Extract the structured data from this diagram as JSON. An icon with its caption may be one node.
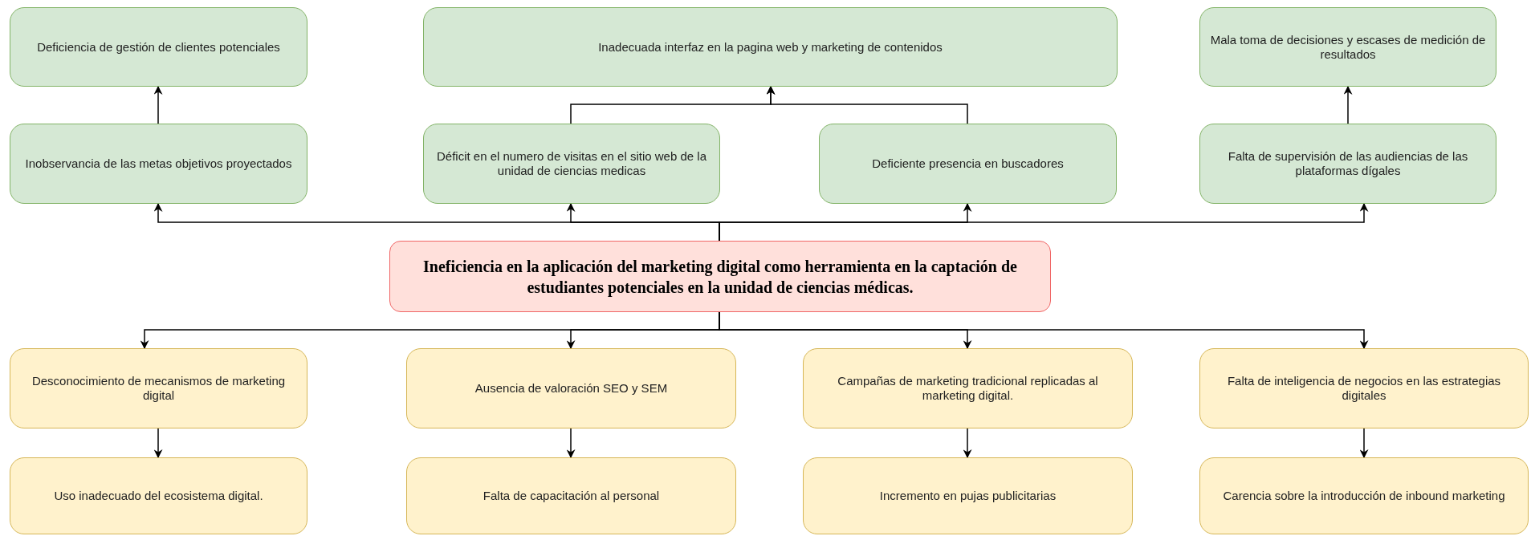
{
  "diagram": {
    "nodes": [
      {
        "text": [
          "Deficiencia de gestión de clientes potenciales"
        ]
      },
      {
        "text": [
          "Inadecuada interfaz en la pagina web y marketing de contenidos"
        ]
      },
      {
        "text": [
          "Mala toma de decisiones y escases de medición de resultados"
        ]
      },
      {
        "text": [
          "Inobservancia de las metas objetivos proyectados"
        ]
      },
      {
        "text": [
          "Déficit en el numero de visitas en el sitio web de la unidad de ciencias medicas"
        ]
      },
      {
        "text": [
          "Deficiente presencia en buscadores"
        ]
      },
      {
        "text": [
          "Falta de supervisión de las audiencias de las plataformas dígales"
        ]
      },
      {
        "text": [
          "Ineficiencia en la aplicación del marketing digital como herramienta en la captación de estudiantes potenciales en la unidad de ciencias médicas."
        ]
      },
      {
        "text": [
          "Desconocimiento de mecanismos de marketing digital"
        ]
      },
      {
        "text": [
          "Ausencia de valoración SEO y SEM"
        ]
      },
      {
        "text": [
          "Campañas de marketing tradicional replicadas al marketing digital."
        ]
      },
      {
        "text": [
          "Falta de inteligencia de negocios en las estrategias digitales"
        ]
      },
      {
        "text": [
          "Uso inadecuado del ecosistema digital."
        ]
      },
      {
        "text": [
          "Falta de capacitación al personal"
        ]
      },
      {
        "text": [
          "Incremento en pujas publicitarias"
        ]
      },
      {
        "text": [
          "Carencia sobre la introducción de inbound marketing"
        ]
      }
    ],
    "edges": [
      {
        "from": 7,
        "to": 3,
        "arrow": "to"
      },
      {
        "from": 7,
        "to": 4,
        "arrow": "to"
      },
      {
        "from": 7,
        "to": 5,
        "arrow": "to"
      },
      {
        "from": 7,
        "to": 6,
        "arrow": "to"
      },
      {
        "from": 3,
        "to": 0,
        "arrow": "to"
      },
      {
        "from": 4,
        "to": 1,
        "arrow": "to"
      },
      {
        "from": 5,
        "to": 1,
        "arrow": "to"
      },
      {
        "from": 6,
        "to": 2,
        "arrow": "to"
      },
      {
        "from": 7,
        "to": 8,
        "arrow": "to"
      },
      {
        "from": 7,
        "to": 9,
        "arrow": "to"
      },
      {
        "from": 7,
        "to": 10,
        "arrow": "to"
      },
      {
        "from": 7,
        "to": 11,
        "arrow": "to"
      },
      {
        "from": 8,
        "to": 12,
        "arrow": "to"
      },
      {
        "from": 9,
        "to": 13,
        "arrow": "to"
      },
      {
        "from": 10,
        "to": 14,
        "arrow": "to"
      },
      {
        "from": 11,
        "to": 15,
        "arrow": "to"
      }
    ]
  }
}
